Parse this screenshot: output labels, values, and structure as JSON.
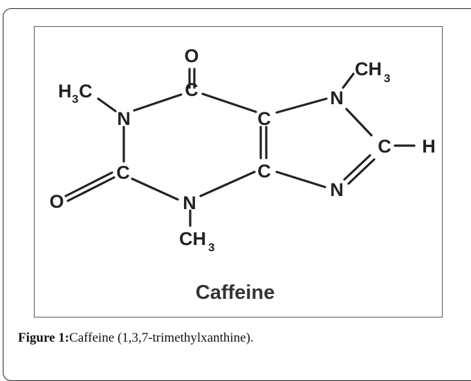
{
  "figure": {
    "molecule_name": "Caffeine",
    "atoms": {
      "o_top": "O",
      "c_top": "C",
      "h3_left": "H",
      "h3_left_sub": "3",
      "c_methyl_left": "C",
      "n1": "N",
      "c2": "C",
      "o_left": "O",
      "n3": "N",
      "ch_bottom": "CH",
      "ch_bottom_sub": "3",
      "c4": "C",
      "c5": "C",
      "n7": "N",
      "ch_top": "CH",
      "ch_top_sub": "3",
      "c8": "C",
      "h8": "H",
      "n9": "N"
    }
  },
  "caption": {
    "label": "Figure 1:",
    "text": "Caffeine (1,3,7-trimethylxanthine)."
  }
}
